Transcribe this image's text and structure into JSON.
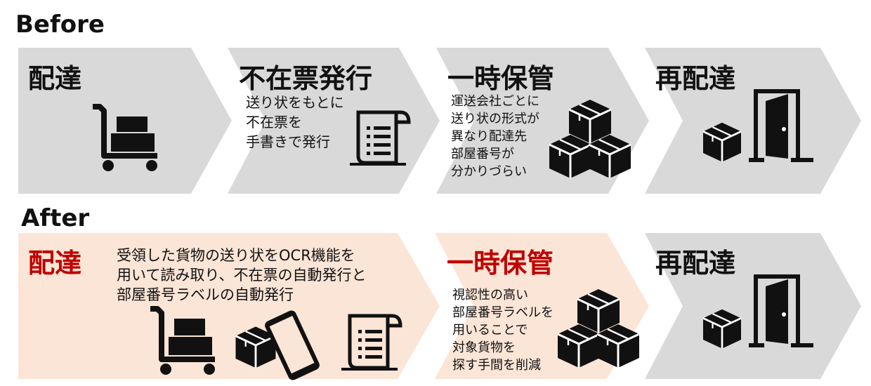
{
  "before": {
    "label": "Before",
    "steps": [
      {
        "title": "配達"
      },
      {
        "title": "不在票発行",
        "lines": [
          "送り状をもとに",
          "不在票を",
          "手書きで発行"
        ]
      },
      {
        "title": "一時保管",
        "lines": [
          "運送会社ごとに",
          "送り状の形式が",
          "異なり配達先",
          "部屋番号が",
          "分かりづらい"
        ]
      },
      {
        "title": "再配達"
      }
    ]
  },
  "after": {
    "label": "After",
    "steps": [
      {
        "title": "配達",
        "lines": [
          "受領した貨物の送り状をOCR機能を",
          "用いて読み取り、不在票の自動発行と",
          "部屋番号ラベルの自動発行"
        ]
      },
      {
        "title": "一時保管",
        "lines": [
          "視認性の高い",
          "部屋番号ラベルを",
          "用いることで",
          "対象貨物を",
          "探す手間を削減"
        ]
      },
      {
        "title": "再配達"
      }
    ]
  },
  "colors": {
    "gray_fill": "#d9d9d9",
    "peach_fill": "#fbe5d6",
    "accent_red": "#c00000",
    "icon": "#111111"
  },
  "icons": [
    "hand-truck-icon",
    "receipt-icon",
    "boxes-stack-icon",
    "box-icon",
    "open-door-icon",
    "smartphone-icon"
  ]
}
